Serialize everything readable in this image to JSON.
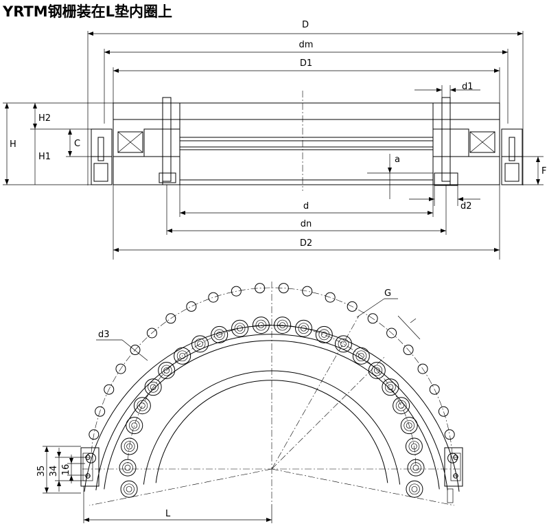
{
  "title": "YRTM钢栅装在L垫内圈上",
  "dimension_labels": {
    "D": "D",
    "dm": "dm",
    "D1": "D1",
    "d1": "d1",
    "H": "H",
    "H1": "H1",
    "H2": "H2",
    "C": "C",
    "a": "a",
    "F": "F",
    "d": "d",
    "d2": "d2",
    "dn": "dn",
    "D2": "D2",
    "G": "G",
    "d3": "d3",
    "v35": "35",
    "v34": "34",
    "v16": "16",
    "L": "L"
  },
  "colors": {
    "line": "#000000",
    "hatch": "#000000",
    "background": "#ffffff"
  }
}
